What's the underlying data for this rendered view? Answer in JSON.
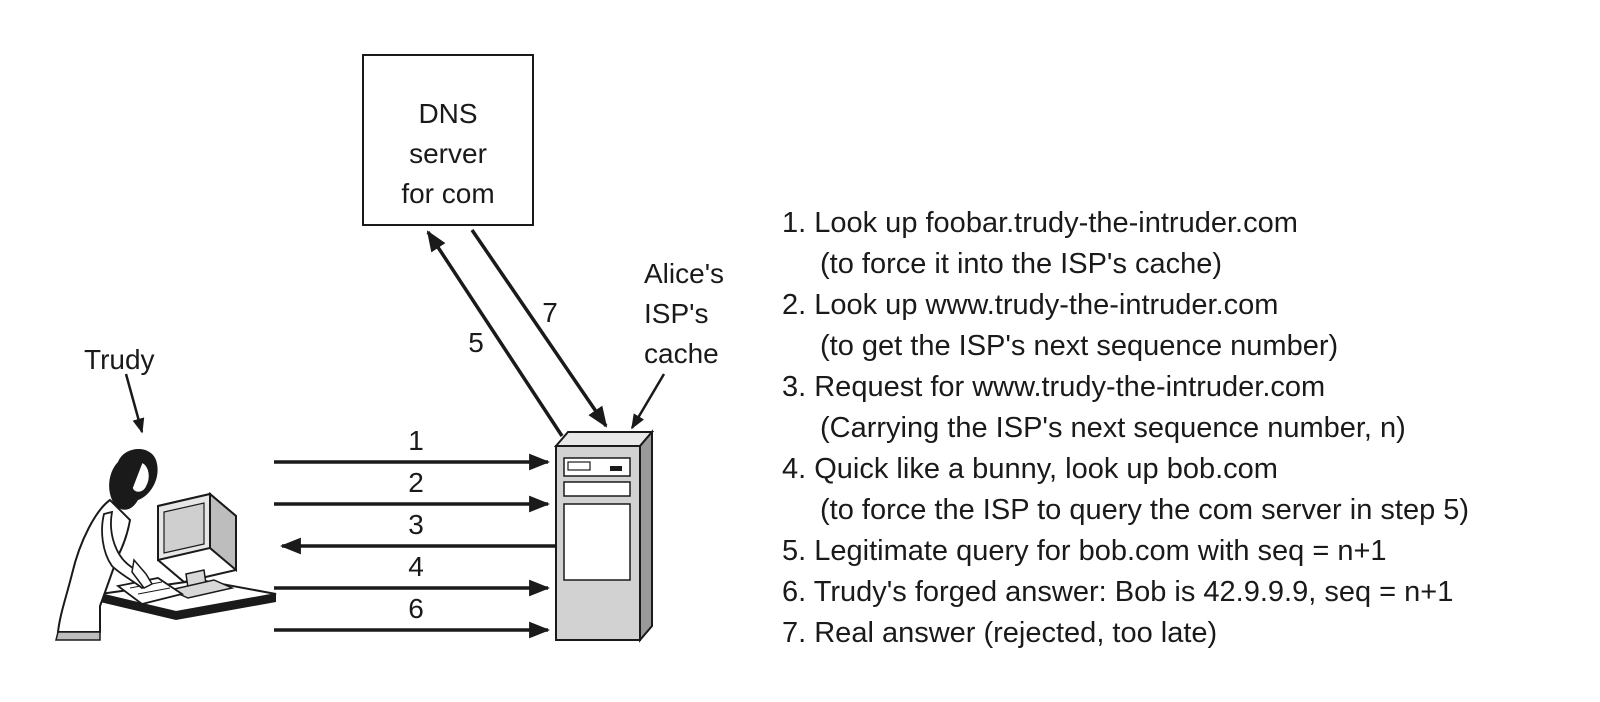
{
  "dns_server": {
    "line1": "DNS",
    "line2": "server",
    "line3": "for com"
  },
  "cache_label": {
    "line1": "Alice's",
    "line2": "ISP's",
    "line3": "cache"
  },
  "trudy_label": "Trudy",
  "arrow_labels": {
    "a1": "1",
    "a2": "2",
    "a3": "3",
    "a4": "4",
    "a5": "5",
    "a6": "6",
    "a7": "7"
  },
  "steps": [
    {
      "main": "1. Look up foobar.trudy-the-intruder.com",
      "sub": "(to force it into the ISP's cache)"
    },
    {
      "main": "2. Look up www.trudy-the-intruder.com",
      "sub": "(to get the ISP's next sequence number)"
    },
    {
      "main": "3. Request for www.trudy-the-intruder.com",
      "sub": "(Carrying the ISP's next sequence number, n)"
    },
    {
      "main": "4. Quick like a bunny, look up bob.com",
      "sub": "(to force the ISP to query the com server in step 5)"
    },
    {
      "main": "5. Legitimate query for bob.com with seq = n+1",
      "sub": ""
    },
    {
      "main": "6. Trudy's forged answer: Bob is 42.9.9.9, seq = n+1",
      "sub": ""
    },
    {
      "main": "7. Real answer (rejected, too late)",
      "sub": ""
    }
  ]
}
